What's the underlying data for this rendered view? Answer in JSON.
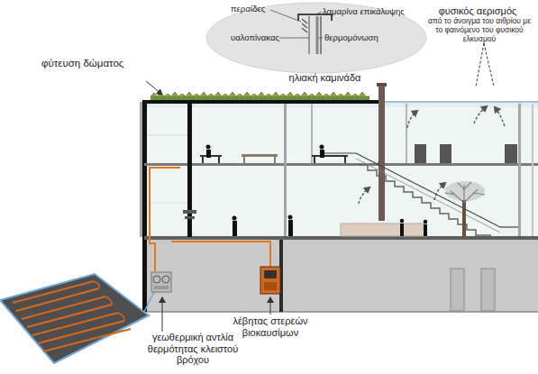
{
  "diagram": {
    "nodes": [
      {
        "text": [
          "περσίδες",
          "λαμαρίνα επικάλυψης",
          "υαλοπίνακας",
          "θερμομόνωση"
        ]
      }
    ],
    "labels": [
      "φύτευση δώματος",
      "ηλιακή καμινάδα",
      "φυσικός αερισμός",
      "από το άνοιγμα του αιθρίου με το φαινόμενο του φυσικού ελκυσμού",
      "γεωθερμική αντλία θερμότητας κλειστού βρόχου",
      "λέβητας στερεών βιοκαυσίμων"
    ]
  }
}
